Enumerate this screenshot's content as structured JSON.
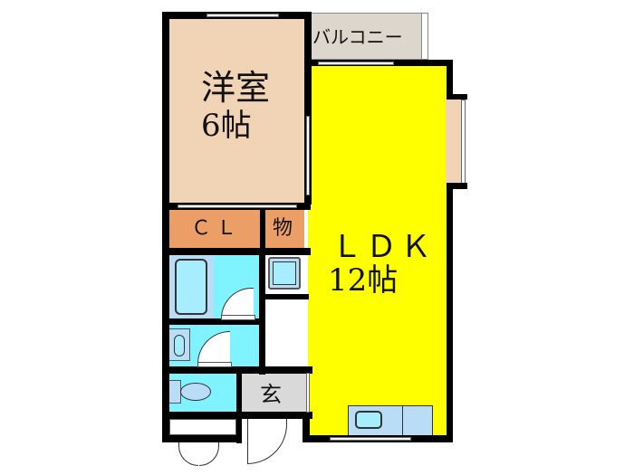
{
  "floorplan": {
    "rooms": {
      "western_room": {
        "name": "洋室",
        "size": "6帖",
        "color": "#f1d3b5"
      },
      "balcony": {
        "name": "バルコニー",
        "color": "#ddd6cc"
      },
      "ldk": {
        "name": "ＬＤＫ",
        "size": "12帖",
        "color": "#ffff00"
      },
      "closet": {
        "name": "ＣＬ",
        "color": "#eb9f67"
      },
      "storage": {
        "name": "物",
        "color": "#eb9f67"
      },
      "bath": {
        "color": "#7ff3ff"
      },
      "washroom": {
        "color": "#7ff3ff"
      },
      "toilet": {
        "color": "#7ff3ff"
      },
      "entrance": {
        "name": "玄",
        "color": "#d9d9d9"
      },
      "kitchen": {
        "color": "#b9dcf7"
      }
    },
    "colors": {
      "wall": "#000000",
      "fixture": "#b9dcf7",
      "fixture_light": "#a8ecff"
    }
  }
}
